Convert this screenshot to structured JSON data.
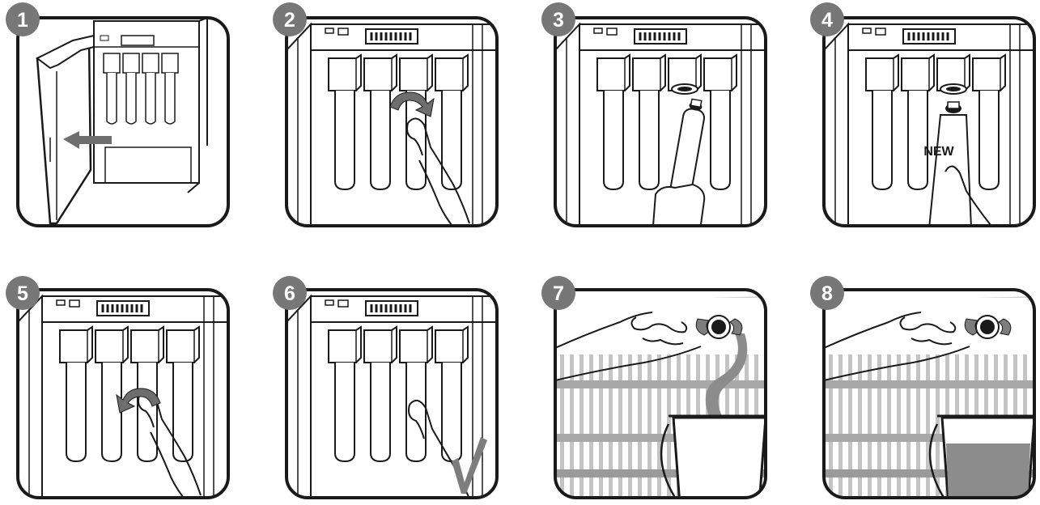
{
  "steps": [
    {
      "number": "1"
    },
    {
      "number": "2"
    },
    {
      "number": "3"
    },
    {
      "number": "4",
      "cartridge_label": "NEW"
    },
    {
      "number": "5"
    },
    {
      "number": "6"
    },
    {
      "number": "7"
    },
    {
      "number": "8"
    }
  ],
  "colors": {
    "line": "#1a1a1a",
    "badge": "#777777",
    "arrow_gray": "#6e6e6e",
    "stripe_gray": "#b9b9b9",
    "water_gray": "#8c8c8c"
  },
  "icons": [
    "step-number-badge",
    "left-arrow-icon",
    "rotate-arrow-icon",
    "hand-icon",
    "checkmark-icon",
    "bucket-icon",
    "valve-knob-icon"
  ]
}
